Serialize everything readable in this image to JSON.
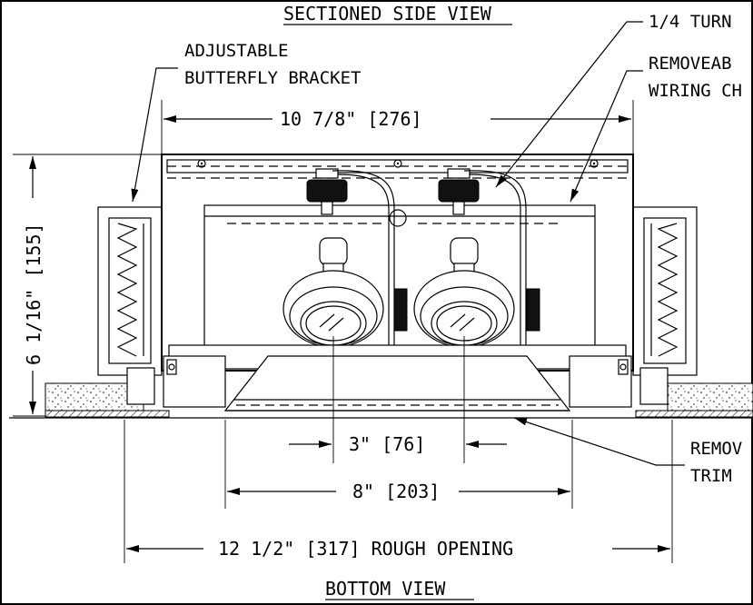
{
  "titles": {
    "top": "SECTIONED SIDE VIEW",
    "bottom": "BOTTOM VIEW"
  },
  "callouts": {
    "bracket_line1": "ADJUSTABLE",
    "bracket_line2": "BUTTERFLY BRACKET",
    "turn_fastener": "1/4 TURN",
    "wiring_line1": "REMOVEAB",
    "wiring_line2": "WIRING CH",
    "trim_line1": "REMOV",
    "trim_line2": "TRIM"
  },
  "dimensions": {
    "width_top": "10 7/8\" [276]",
    "height_side": "6 1/16\" [155]",
    "lamp_spacing": "3\" [76]",
    "trim_width": "8\" [203]",
    "rough_opening": "12 1/2\" [317] ROUGH OPENING"
  }
}
